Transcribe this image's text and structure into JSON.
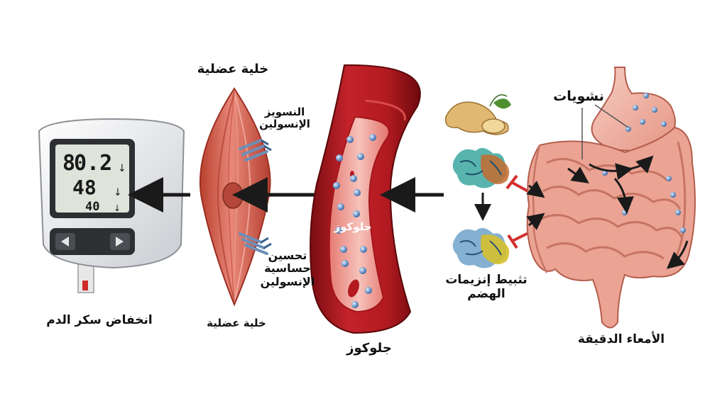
{
  "labels": {
    "small_intestine": "الأمعاء الدقيقة",
    "starches": "نشويات",
    "enzyme_inhibition": "تثبيط إنزيمات\nالهضم",
    "glucose_bottom": "جلوكوز",
    "glucose_vessel": "جلوكوز",
    "muscle_cell_top": "خلية عضلية",
    "muscle_cell_bottom": "خلية عضلية",
    "insulin_secretion": "النسويز\nالإنسولين",
    "insulin_sensitivity": "تحسين\nحساسية\nالإنسولين",
    "blood_sugar_lowering": "انخفاض سكر الدم"
  },
  "meter": {
    "line1": "0.2",
    "line1_ghost": "8",
    "line2": "48",
    "line3": "40"
  },
  "colors": {
    "blood_vessel": "#b3191f",
    "muscle": "#d9604e",
    "intestine": "#e9a292",
    "arrow": "#1a1a1a",
    "inhibit": "#d32f2f",
    "glucose_dot": "#6f95c8"
  },
  "icons": [
    "ginger-icon",
    "enzyme-icon",
    "inhibit-icon",
    "insulin-receptor-icon",
    "blood-glucose-meter-icon"
  ]
}
